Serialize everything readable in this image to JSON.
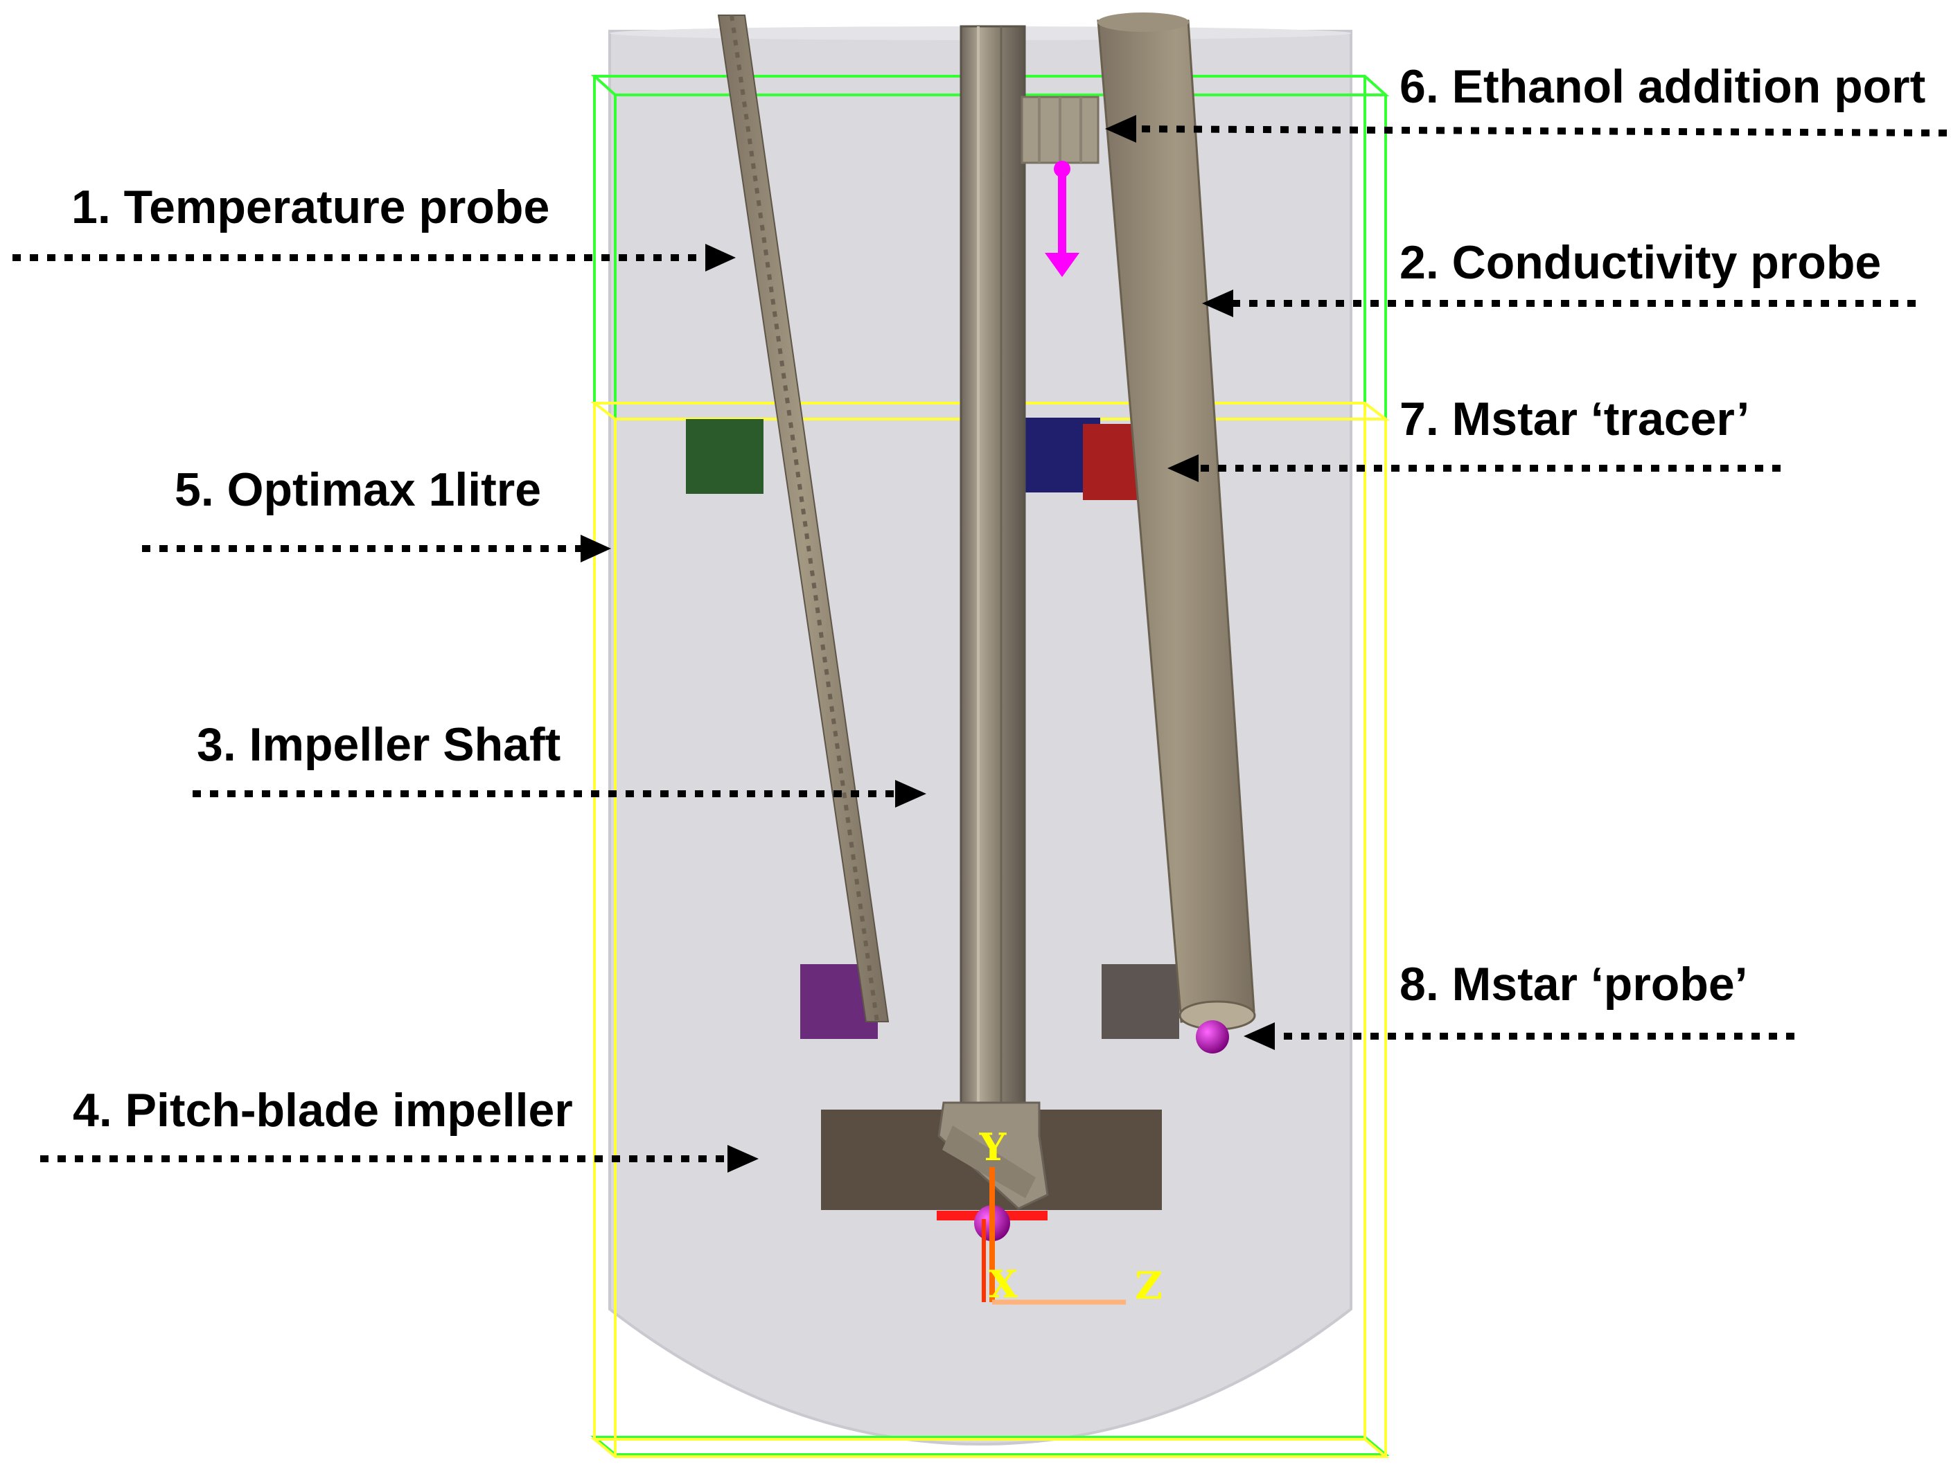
{
  "labels": {
    "temperature_probe": "1. Temperature probe",
    "conductivity_probe": "2. Conductivity probe",
    "impeller_shaft": "3. Impeller Shaft",
    "pitch_blade_impeller": "4. Pitch-blade impeller",
    "optimax": "5. Optimax 1litre",
    "ethanol_port": "6. Ethanol addition port",
    "mstar_tracer": "7. Mstar ‘tracer’",
    "mstar_probe": "8. Mstar ‘probe’"
  },
  "axes": {
    "y": "Y",
    "x": "X",
    "z": "Z"
  },
  "colors": {
    "vessel": "#d9d9de",
    "probe": "#8a7f6e",
    "impeller": "#5a4d42",
    "tracer_red": "#a81f1f",
    "baffle_blue": "#1f1f6e",
    "baffle_green": "#2b5a2b",
    "baffle_purple": "#6a2b7a",
    "baffle_grey": "#5d5552",
    "arrow_magenta": "#ff00ff",
    "bbox_green": "#33ff33",
    "bbox_yellow": "#ffff33"
  }
}
